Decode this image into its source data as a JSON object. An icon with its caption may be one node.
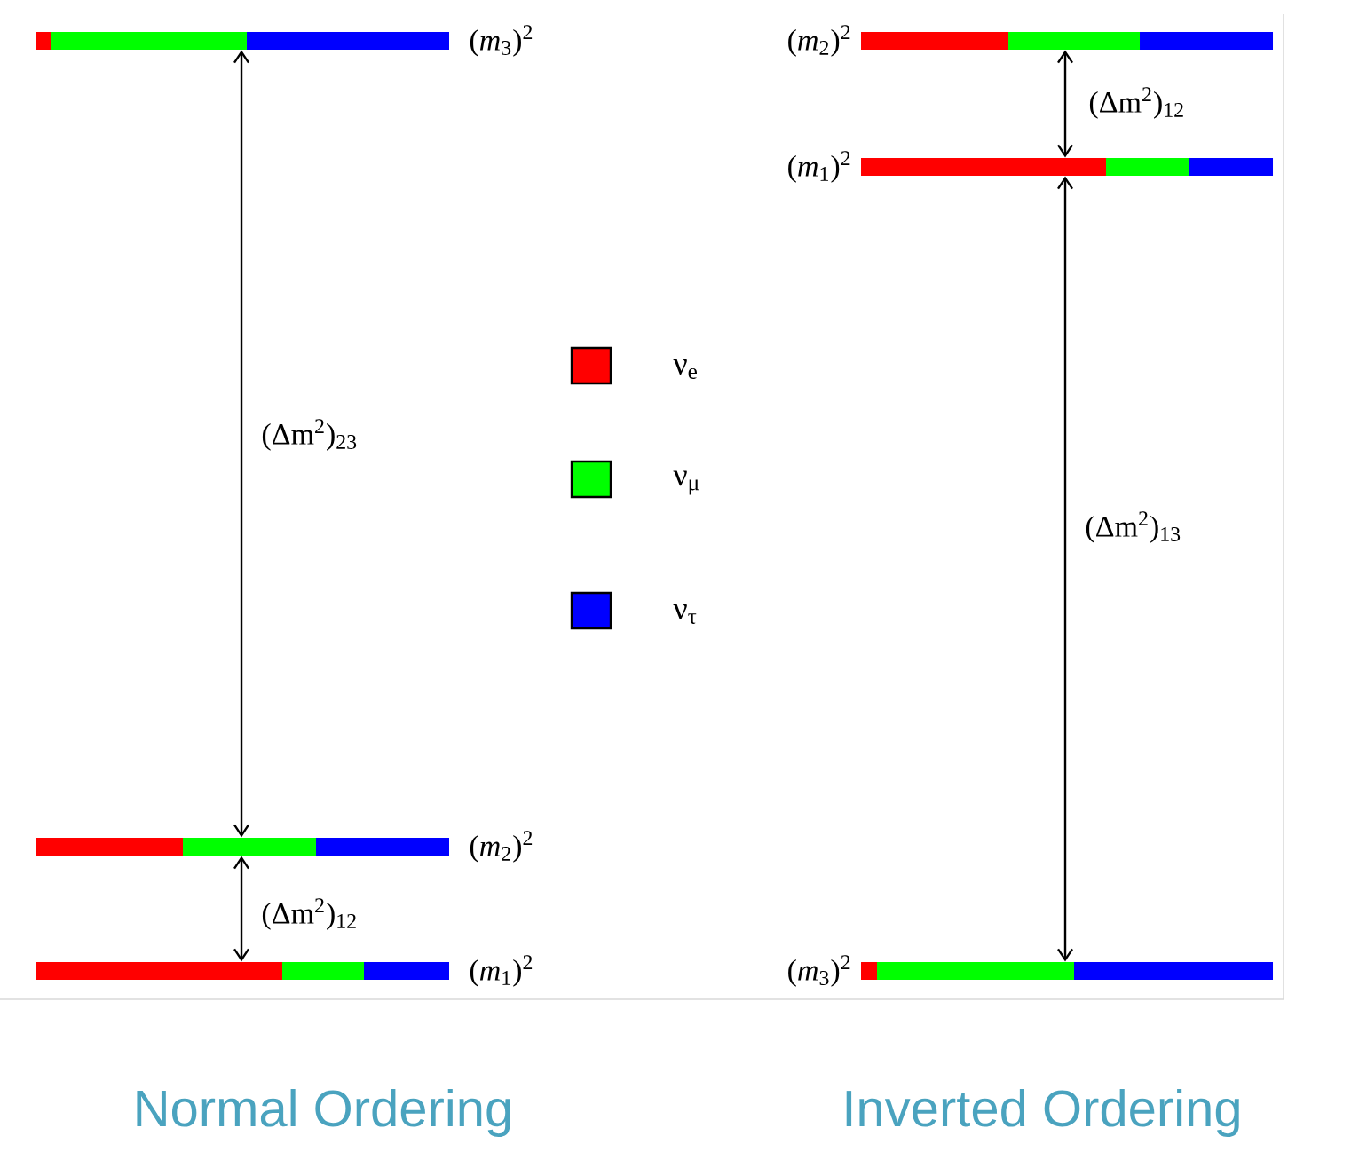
{
  "diagram": {
    "nodes": [
      {
        "text": [],
        "shape": "bar",
        "beside": [
          "(*m*$_{3}$)$^{2}$"
        ]
      },
      {
        "text": [],
        "shape": "bar",
        "beside": [
          "(*m*$_{2}$)$^{2}$"
        ]
      },
      {
        "text": [],
        "shape": "bar",
        "beside": [
          "(*m*$_{1}$)$^{2}$"
        ]
      },
      {
        "text": [],
        "shape": "bar",
        "beside": [
          "(*m*$_{2}$)$^{2}$"
        ]
      },
      {
        "text": [],
        "shape": "bar",
        "beside": [
          "(*m*$_{1}$)$^{2}$"
        ]
      },
      {
        "text": [],
        "shape": "bar",
        "beside": [
          "(*m*$_{3}$)$^{2}$"
        ]
      }
    ],
    "edges": [
      {
        "from": 0,
        "to": 1,
        "arrow": "both",
        "label": "(Δm$^{2}$)$_{23}$"
      },
      {
        "from": 1,
        "to": 2,
        "arrow": "both",
        "label": "(Δm$^{2}$)$_{12}$"
      },
      {
        "from": 3,
        "to": 4,
        "arrow": "both",
        "label": "(Δm$^{2}$)$_{12}$"
      },
      {
        "from": 4,
        "to": 5,
        "arrow": "both",
        "label": "(Δm$^{2}$)$_{13}$"
      }
    ],
    "labels": [
      "Normal Ordering",
      "Inverted Ordering"
    ],
    "legend": [
      {
        "text": "ν$_{e}$",
        "color": "#ff0000"
      },
      {
        "text": "ν$_{μ}$",
        "color": "#00ff00"
      },
      {
        "text": "ν$_{τ}$",
        "color": "#0000ff"
      }
    ]
  }
}
